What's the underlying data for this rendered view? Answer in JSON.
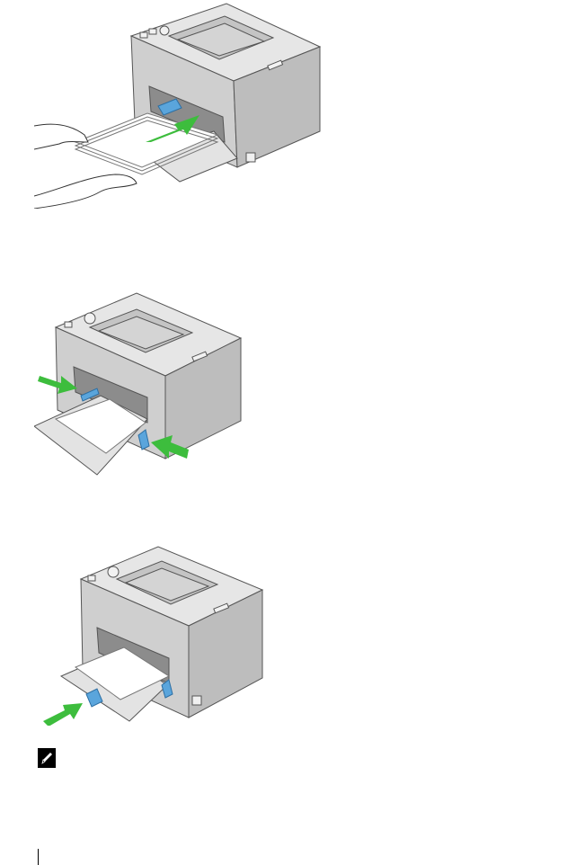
{
  "figures": [
    {
      "id": "load-paper-into-tray",
      "arrow_color": "#3dbd3d"
    },
    {
      "id": "slide-width-guides",
      "arrow_color": "#3dbd3d"
    },
    {
      "id": "slide-length-guide",
      "arrow_color": "#3dbd3d"
    }
  ],
  "colors": {
    "printer_body": "#d9d9d9",
    "printer_edge": "#555555",
    "guide_blue": "#5aa5dc",
    "arrow_green": "#3dbd3d"
  },
  "note": {
    "icon": "note-pencil-icon"
  }
}
